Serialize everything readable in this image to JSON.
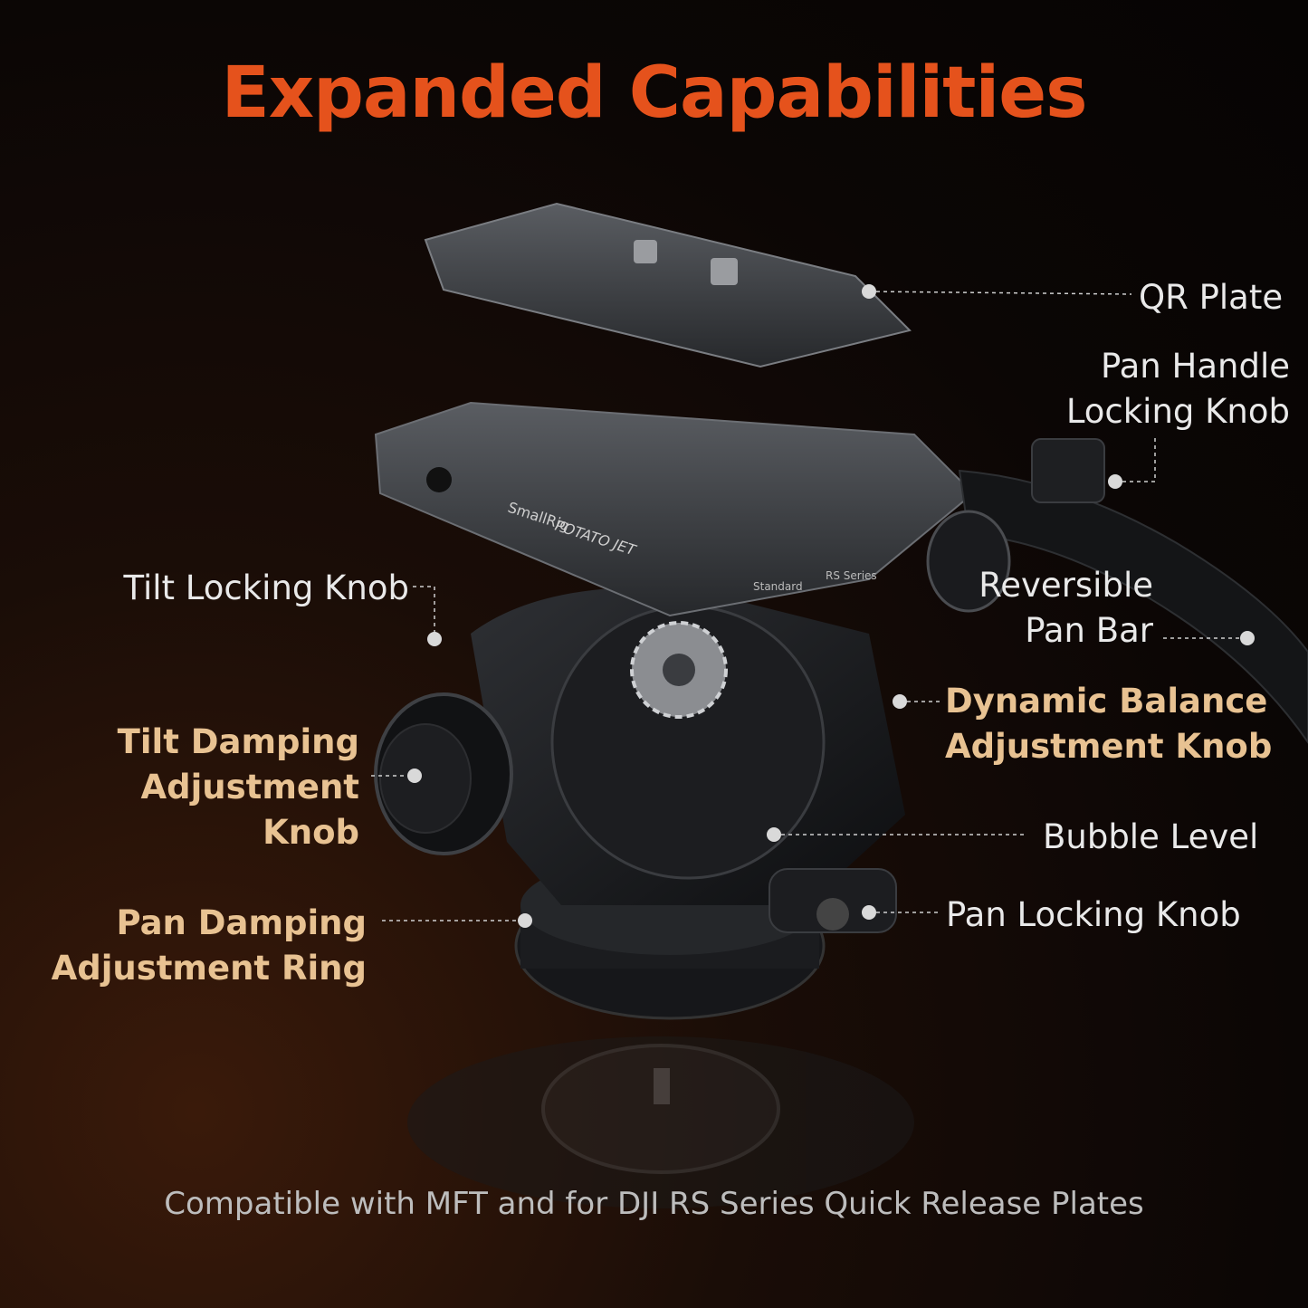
{
  "title": "Expanded Capabilities",
  "callouts": {
    "qr_plate": "QR Plate",
    "pan_handle_line1": "Pan Handle",
    "pan_handle_line2": "Locking Knob",
    "tilt_locking": "Tilt Locking Knob",
    "reversible_line1": "Reversible",
    "reversible_line2": "Pan Bar",
    "dynamic_line1": "Dynamic Balance",
    "dynamic_line2": "Adjustment Knob",
    "tilt_damping_line1": "Tilt Damping",
    "tilt_damping_line2": "Adjustment",
    "tilt_damping_line3": "Knob",
    "bubble_level": "Bubble Level",
    "pan_locking": "Pan Locking Knob",
    "pan_damping_line1": "Pan Damping",
    "pan_damping_line2": "Adjustment Ring"
  },
  "product": {
    "brand": "SmallRig",
    "cobrand": "POTATO JET",
    "marking_standard": "Standard",
    "marking_rs": "RS Series"
  },
  "footer": "Compatible with MFT and for DJI RS Series Quick Release Plates",
  "colors": {
    "title": "#e5521c",
    "highlight_label": "#e8c292",
    "label": "#e9e9e9"
  }
}
